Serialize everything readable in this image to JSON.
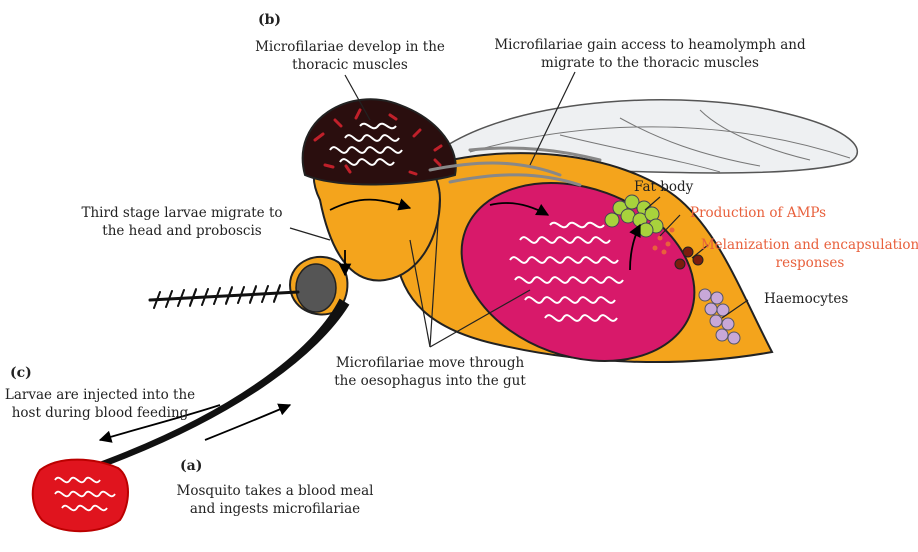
{
  "tags": {
    "a": "(a)",
    "b": "(b)",
    "c": "(c)"
  },
  "labels": {
    "develop_l1": "Microfilariae develop in the",
    "develop_l2": "thoracic muscles",
    "gain_l1": "Microfilariae gain access to heamolymph and",
    "gain_l2": "migrate to the thoracic muscles",
    "third_l1": "Third stage larvae migrate to",
    "third_l2": "the head and proboscis",
    "fat_body": "Fat body",
    "amps": "Production of AMPs",
    "melan_l1": "Melanization and encapsulation",
    "melan_l2": "responses",
    "haemocytes": "Haemocytes",
    "move_l1": "Microfilariae move through",
    "move_l2": "the oesophagus into the gut",
    "inject_l1": "Larvae are injected into the",
    "inject_l2": "host during blood feeding",
    "meal_l1": "Mosquito takes a blood meal",
    "meal_l2": "and ingests microfilariae"
  },
  "colors": {
    "body": "#f4a41c",
    "thorax": "#2a0e0e",
    "muscle": "#c0202a",
    "gut": "#d8196a",
    "blood": "#e0141e",
    "fat_body": "#a8d23c",
    "haemocyte": "#c8a8d8",
    "amp_label": "#e8603c",
    "wing_fill": "#eef0f2"
  }
}
